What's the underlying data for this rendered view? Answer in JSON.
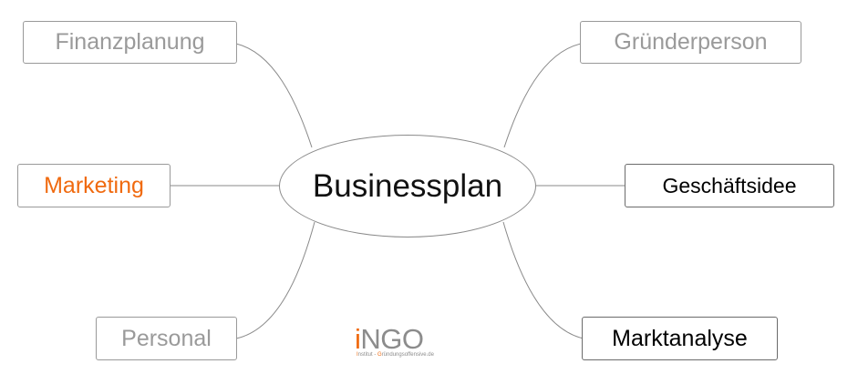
{
  "center": {
    "label": "Businessplan"
  },
  "nodes": {
    "finanzplanung": {
      "label": "Finanzplanung",
      "state": "dim"
    },
    "marketing": {
      "label": "Marketing",
      "state": "active"
    },
    "personal": {
      "label": "Personal",
      "state": "dim"
    },
    "gruenderperson": {
      "label": "Gründerperson",
      "state": "dim"
    },
    "geschaeftsidee": {
      "label": "Geschäftsidee",
      "state": "strong"
    },
    "marktanalyse": {
      "label": "Marktanalyse",
      "state": "strong"
    }
  },
  "logo": {
    "letter_i": "i",
    "letters_ngo": "NGO",
    "tagline_part1": "I",
    "tagline_part2": "nstitut - ",
    "tagline_part3": "G",
    "tagline_part4": "ründungsoffensive.de"
  },
  "colors": {
    "accent": "#f06a0f",
    "dim_text": "#9a9a9a",
    "line": "#8a8a8a"
  }
}
